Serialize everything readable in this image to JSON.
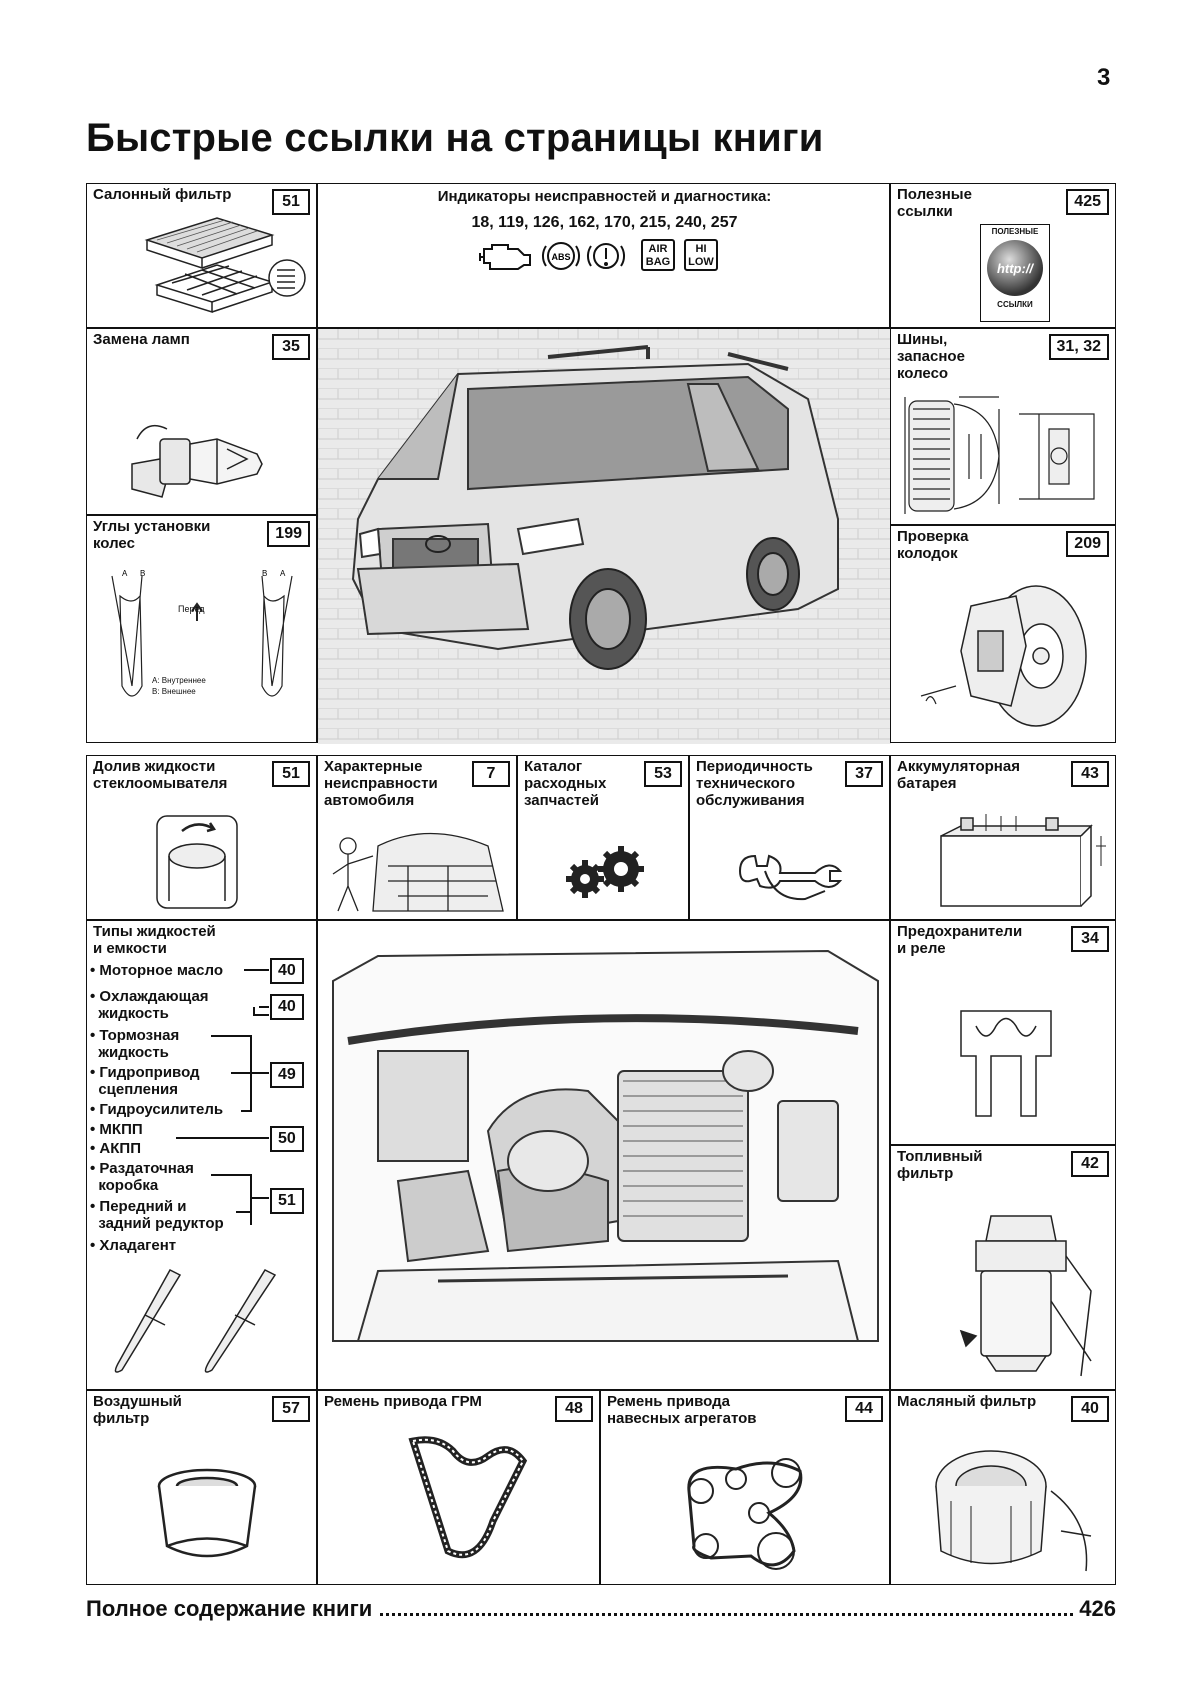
{
  "page": {
    "number": "3",
    "title": "Быстрые ссылки на страницы книги"
  },
  "cells": {
    "cabin_filter": {
      "label": "Салонный фильтр",
      "ref": "51"
    },
    "indicators": {
      "label": "Индикаторы неисправностей и диагностика:",
      "pages": "18, 119, 126, 162, 170, 215, 240, 257",
      "icons": [
        "check-engine-icon",
        "abs-icon",
        "brake-warning-icon",
        "airbag-icon",
        "hi-low-icon"
      ],
      "abs_text": "ABS",
      "airbag_text": "AIR\nBAG",
      "hilow_text": "HI\nLOW"
    },
    "useful_links": {
      "label": "Полезные\nссылки",
      "ref": "425",
      "badge_top": "ПОЛЕЗНЫЕ",
      "badge_mid": "http://",
      "badge_bottom": "ССЫЛКИ"
    },
    "lamp_replacement": {
      "label": "Замена ламп",
      "ref": "35"
    },
    "tires": {
      "label": "Шины,\nзапасное\nколесо",
      "ref": "31, 32"
    },
    "wheel_alignment": {
      "label": "Углы установки\nколес",
      "ref": "199",
      "front": "Перед",
      "legend_a": "A: Внутреннее",
      "legend_b": "B: Внешнее"
    },
    "brake_pads": {
      "label": "Проверка\nколодок",
      "ref": "209"
    },
    "washer_fluid": {
      "label": "Долив жидкости\nстеклоомывателя",
      "ref": "51"
    },
    "typical_faults": {
      "label": "Характерные\nнеисправности\nавтомобиля",
      "ref": "7"
    },
    "parts_catalog": {
      "label": "Каталог\nрасходных\nзапчастей",
      "ref": "53"
    },
    "maintenance": {
      "label": "Периодичность\nтехнического\nобслуживания",
      "ref": "37"
    },
    "battery": {
      "label": "Аккумуляторная\nбатарея",
      "ref": "43"
    },
    "fluids": {
      "label": "Типы жидкостей\nи емкости",
      "items": [
        "• Моторное масло",
        "• Охлаждающая\n  жидкость",
        "• Тормозная\n  жидкость",
        "• Гидропривод\n  сцепления",
        "• Гидроусилитель",
        "• МКПП",
        "• АКПП",
        "• Раздаточная\n  коробка",
        "• Передний и\n  задний редуктор",
        "• Хладагент"
      ],
      "refs": [
        "40",
        "40",
        "49",
        "50",
        "51"
      ]
    },
    "fuses": {
      "label": "Предохранители\nи реле",
      "ref": "34"
    },
    "fuel_filter": {
      "label": "Топливный\nфильтр",
      "ref": "42"
    },
    "air_filter": {
      "label": "Воздушный\nфильтр",
      "ref": "57"
    },
    "timing_belt": {
      "label": "Ремень привода ГРМ",
      "ref": "48"
    },
    "accessory_belt": {
      "label": "Ремень привода\nнавесных агрегатов",
      "ref": "44"
    },
    "oil_filter": {
      "label": "Масляный фильтр",
      "ref": "40"
    }
  },
  "footer": {
    "label": "Полное содержание книги",
    "page": "426"
  }
}
